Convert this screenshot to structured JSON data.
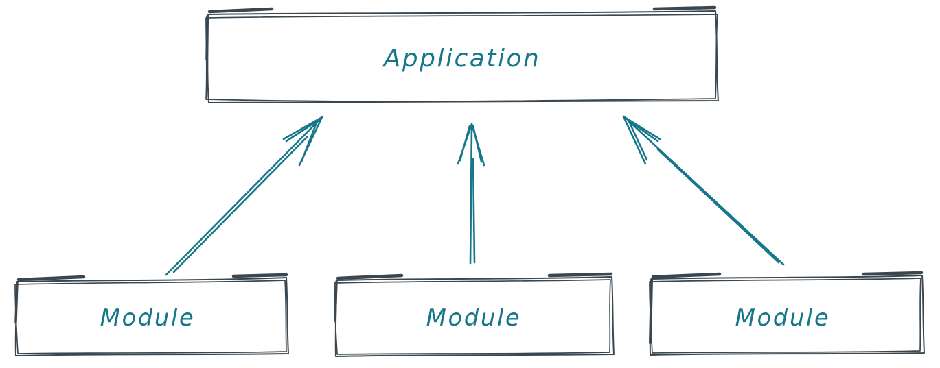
{
  "diagram": {
    "application": {
      "label": "Application"
    },
    "modules": [
      {
        "label": "Module"
      },
      {
        "label": "Module"
      },
      {
        "label": "Module"
      }
    ],
    "edges": [
      {
        "from": "module-1",
        "to": "application"
      },
      {
        "from": "module-2",
        "to": "application"
      },
      {
        "from": "module-3",
        "to": "application"
      }
    ],
    "colors": {
      "box_stroke": "#3a4750",
      "accent": "#16768a",
      "background": "#ffffff"
    }
  }
}
